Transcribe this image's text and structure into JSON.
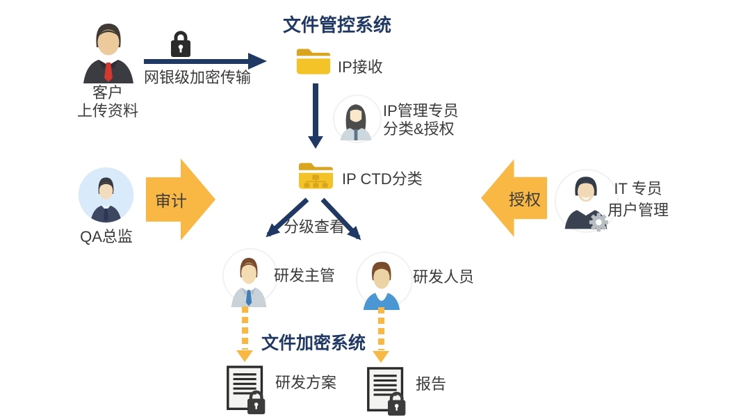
{
  "titles": {
    "control": "文件管控系统",
    "encryption": "文件加密系统"
  },
  "customer": {
    "line1": "客户",
    "line2": "上传资料"
  },
  "transfer": {
    "label": "网银级加密传输"
  },
  "receive": {
    "label": "IP接收"
  },
  "manager": {
    "line1": "IP管理专员",
    "line2": "分类&授权"
  },
  "ctd": {
    "label": "IP CTD分类"
  },
  "tiered": {
    "label": "分级查看"
  },
  "qa": {
    "label": "QA总监",
    "arrow": "审计"
  },
  "it": {
    "line1": "IT 专员",
    "line2": "用户管理",
    "arrow": "授权"
  },
  "rd_manager": {
    "label": "研发主管"
  },
  "rd_staff": {
    "label": "研发人员"
  },
  "docs": {
    "plan": "研发方案",
    "report": "报告"
  },
  "colors": {
    "navy": "#1F3864",
    "orange": "#F9B843",
    "folder_body": "#F3C327",
    "folder_tab": "#D9A41E",
    "label_text": "#3A3A3A"
  }
}
